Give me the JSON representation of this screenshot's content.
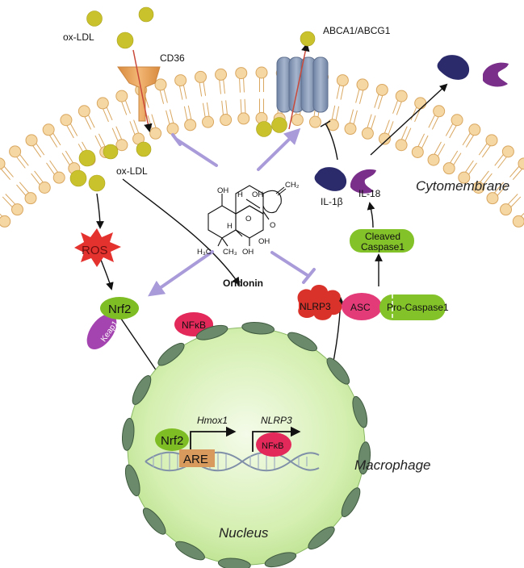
{
  "labels": {
    "ox_ldl_top": "ox-LDL",
    "ox_ldl_inside": "ox-LDL",
    "cd36": "CD36",
    "abca1": "ABCA1/ABCG1",
    "cytomembrane": "Cytomembrane",
    "il1b": "IL-1β",
    "il18": "IL-18",
    "ros": "ROS",
    "nrf2": "Nrf2",
    "keap1": "Keap1",
    "nfkb": "NFκB",
    "nlrp3": "NLRP3",
    "asc": "ASC",
    "procaspase": "Pro-Caspase1",
    "cleaved_line1": "Cleaved",
    "cleaved_line2": "Caspase1",
    "oridonin": "Oridonin",
    "hmox1": "Hmox1",
    "nlrp3_gene": "NLRP3",
    "nrf2_nucleus": "Nrf2",
    "are": "ARE",
    "nfkb_nucleus": "NFκB",
    "macrophage": "Macrophage",
    "nucleus": "Nucleus"
  },
  "chem_labels": {
    "oh1": "OH",
    "h1": "H",
    "oh2": "OH",
    "ch2": "CH₂",
    "o_ring": "O",
    "ketone_o": "O",
    "h2": "H",
    "h3c": "H₃C",
    "ch3": "CH₃",
    "oh3": "OH",
    "oh4": "OH"
  },
  "colors": {
    "membrane_head": "#f5d7a4",
    "membrane_stroke": "#d9a760",
    "ldl": "#c9c22c",
    "inhibit_arrow": "#a99bd9",
    "cd36": "#e9a15a",
    "abca1": "#8496b4",
    "nrf2": "#7fbd25",
    "keap1": "#a444b0",
    "nfkb": "#e3285a",
    "nlrp3": "#d8322b",
    "asc": "#e33a78",
    "procaspase": "#84c22a",
    "il1b": "#2b2a6b",
    "il18": "#7a2f8a",
    "are": "#d99a5e",
    "nucleus_fill": "#d9f2b8",
    "nucleus_pore": "#6b8a6b"
  },
  "icons": [
    "ros-star-icon",
    "cd36-receptor-icon",
    "abca1-transporter-icon",
    "oridonin-structure-icon",
    "dna-helix-icon"
  ]
}
